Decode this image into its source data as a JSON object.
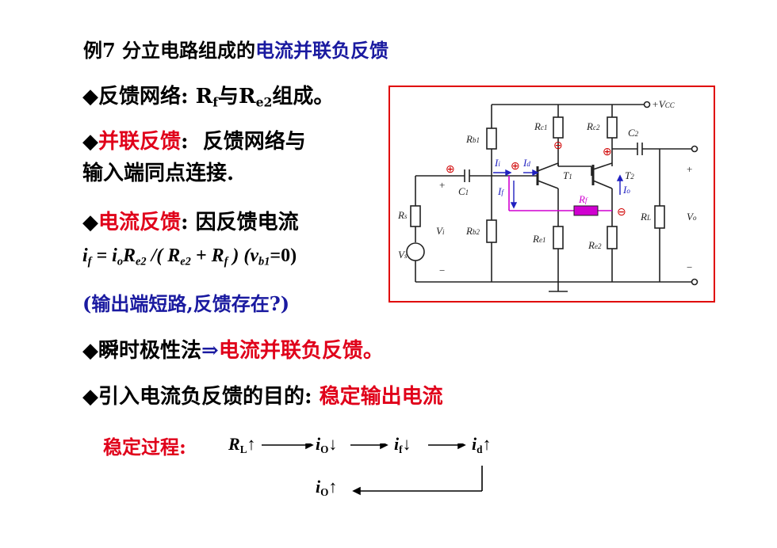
{
  "title": {
    "prefix": "例7 分立电路组成的",
    "highlight": "电流并联负反馈"
  },
  "bullets": {
    "b1": {
      "marker": "◆",
      "text_a": "反馈网络: R",
      "sub_f": "f",
      "text_b": "与R",
      "sub_e2": "e2",
      "text_c": "组成。"
    },
    "b2": {
      "marker": "◆",
      "label": "并联反馈",
      "colon": ":",
      "text": "反馈网络与",
      "line2": "输入端同点连接."
    },
    "b3": {
      "marker": "◆",
      "label": "电流反馈",
      "colon": ": ",
      "text": "因反馈电流"
    },
    "formula": {
      "lhs": "i",
      "lhs_sub": "f",
      "eq": " = i",
      "o_sub": "o",
      "r1": "R",
      "r1_sub": "e2",
      "mid": " /( R",
      "r2_sub": "e2",
      "plus": " + R",
      "rf_sub": "f",
      "close": " )",
      "cond_open": " (v",
      "cond_sub": "b1",
      "cond_close": "=0)"
    },
    "note": "(输出端短路,反馈存在?)",
    "b4": {
      "marker": "◆",
      "text": "瞬时极性法",
      "arrow": "⇒",
      "result": "电流并联负反馈。"
    },
    "b5": {
      "marker": "◆",
      "text": "引入电流负反馈的目的: ",
      "result": "稳定输出电流"
    }
  },
  "process": {
    "label": "稳定过程:",
    "rl": "R",
    "rl_sub": "L",
    "up1": "↑",
    "io": "i",
    "io_sub": "O",
    "down1": "↓",
    "if": "i",
    "if_sub": "f",
    "down2": "↓",
    "id": "i",
    "id_sub": "d",
    "up2": "↑",
    "io2": "i",
    "io2_sub": "O",
    "up3": "↑"
  },
  "circuit": {
    "vcc": "+V",
    "vcc_sub": "CC",
    "rb1": "R",
    "rb1_sub": "b1",
    "rc1": "R",
    "rc1_sub": "c1",
    "rc2": "R",
    "rc2_sub": "c2",
    "c2": "C",
    "c2_sub": "2",
    "c1": "C",
    "c1_sub": "1",
    "t1": "T",
    "t1_sub": "1",
    "t2": "T",
    "t2_sub": "2",
    "rs": "R",
    "rs_sub": "s",
    "rb2": "R",
    "rb2_sub": "b2",
    "re1": "R",
    "re1_sub": "e1",
    "re2": "R",
    "re2_sub": "e2",
    "rf": "R",
    "rf_sub": "f",
    "rl": "R",
    "rl_sub": "L",
    "vi": "V",
    "vi_sub": "i",
    "vs": "V",
    "vs_sub": "s",
    "vo": "V",
    "vo_sub": "o",
    "ii": "I",
    "ii_sub": "i",
    "id": "I",
    "id_sub": "d",
    "if": "I",
    "if_sub": "f",
    "io": "I",
    "io_sub": "o",
    "plus": "+",
    "minus": "−",
    "pol_plus": "⊕",
    "pol_minus": "⊖"
  }
}
